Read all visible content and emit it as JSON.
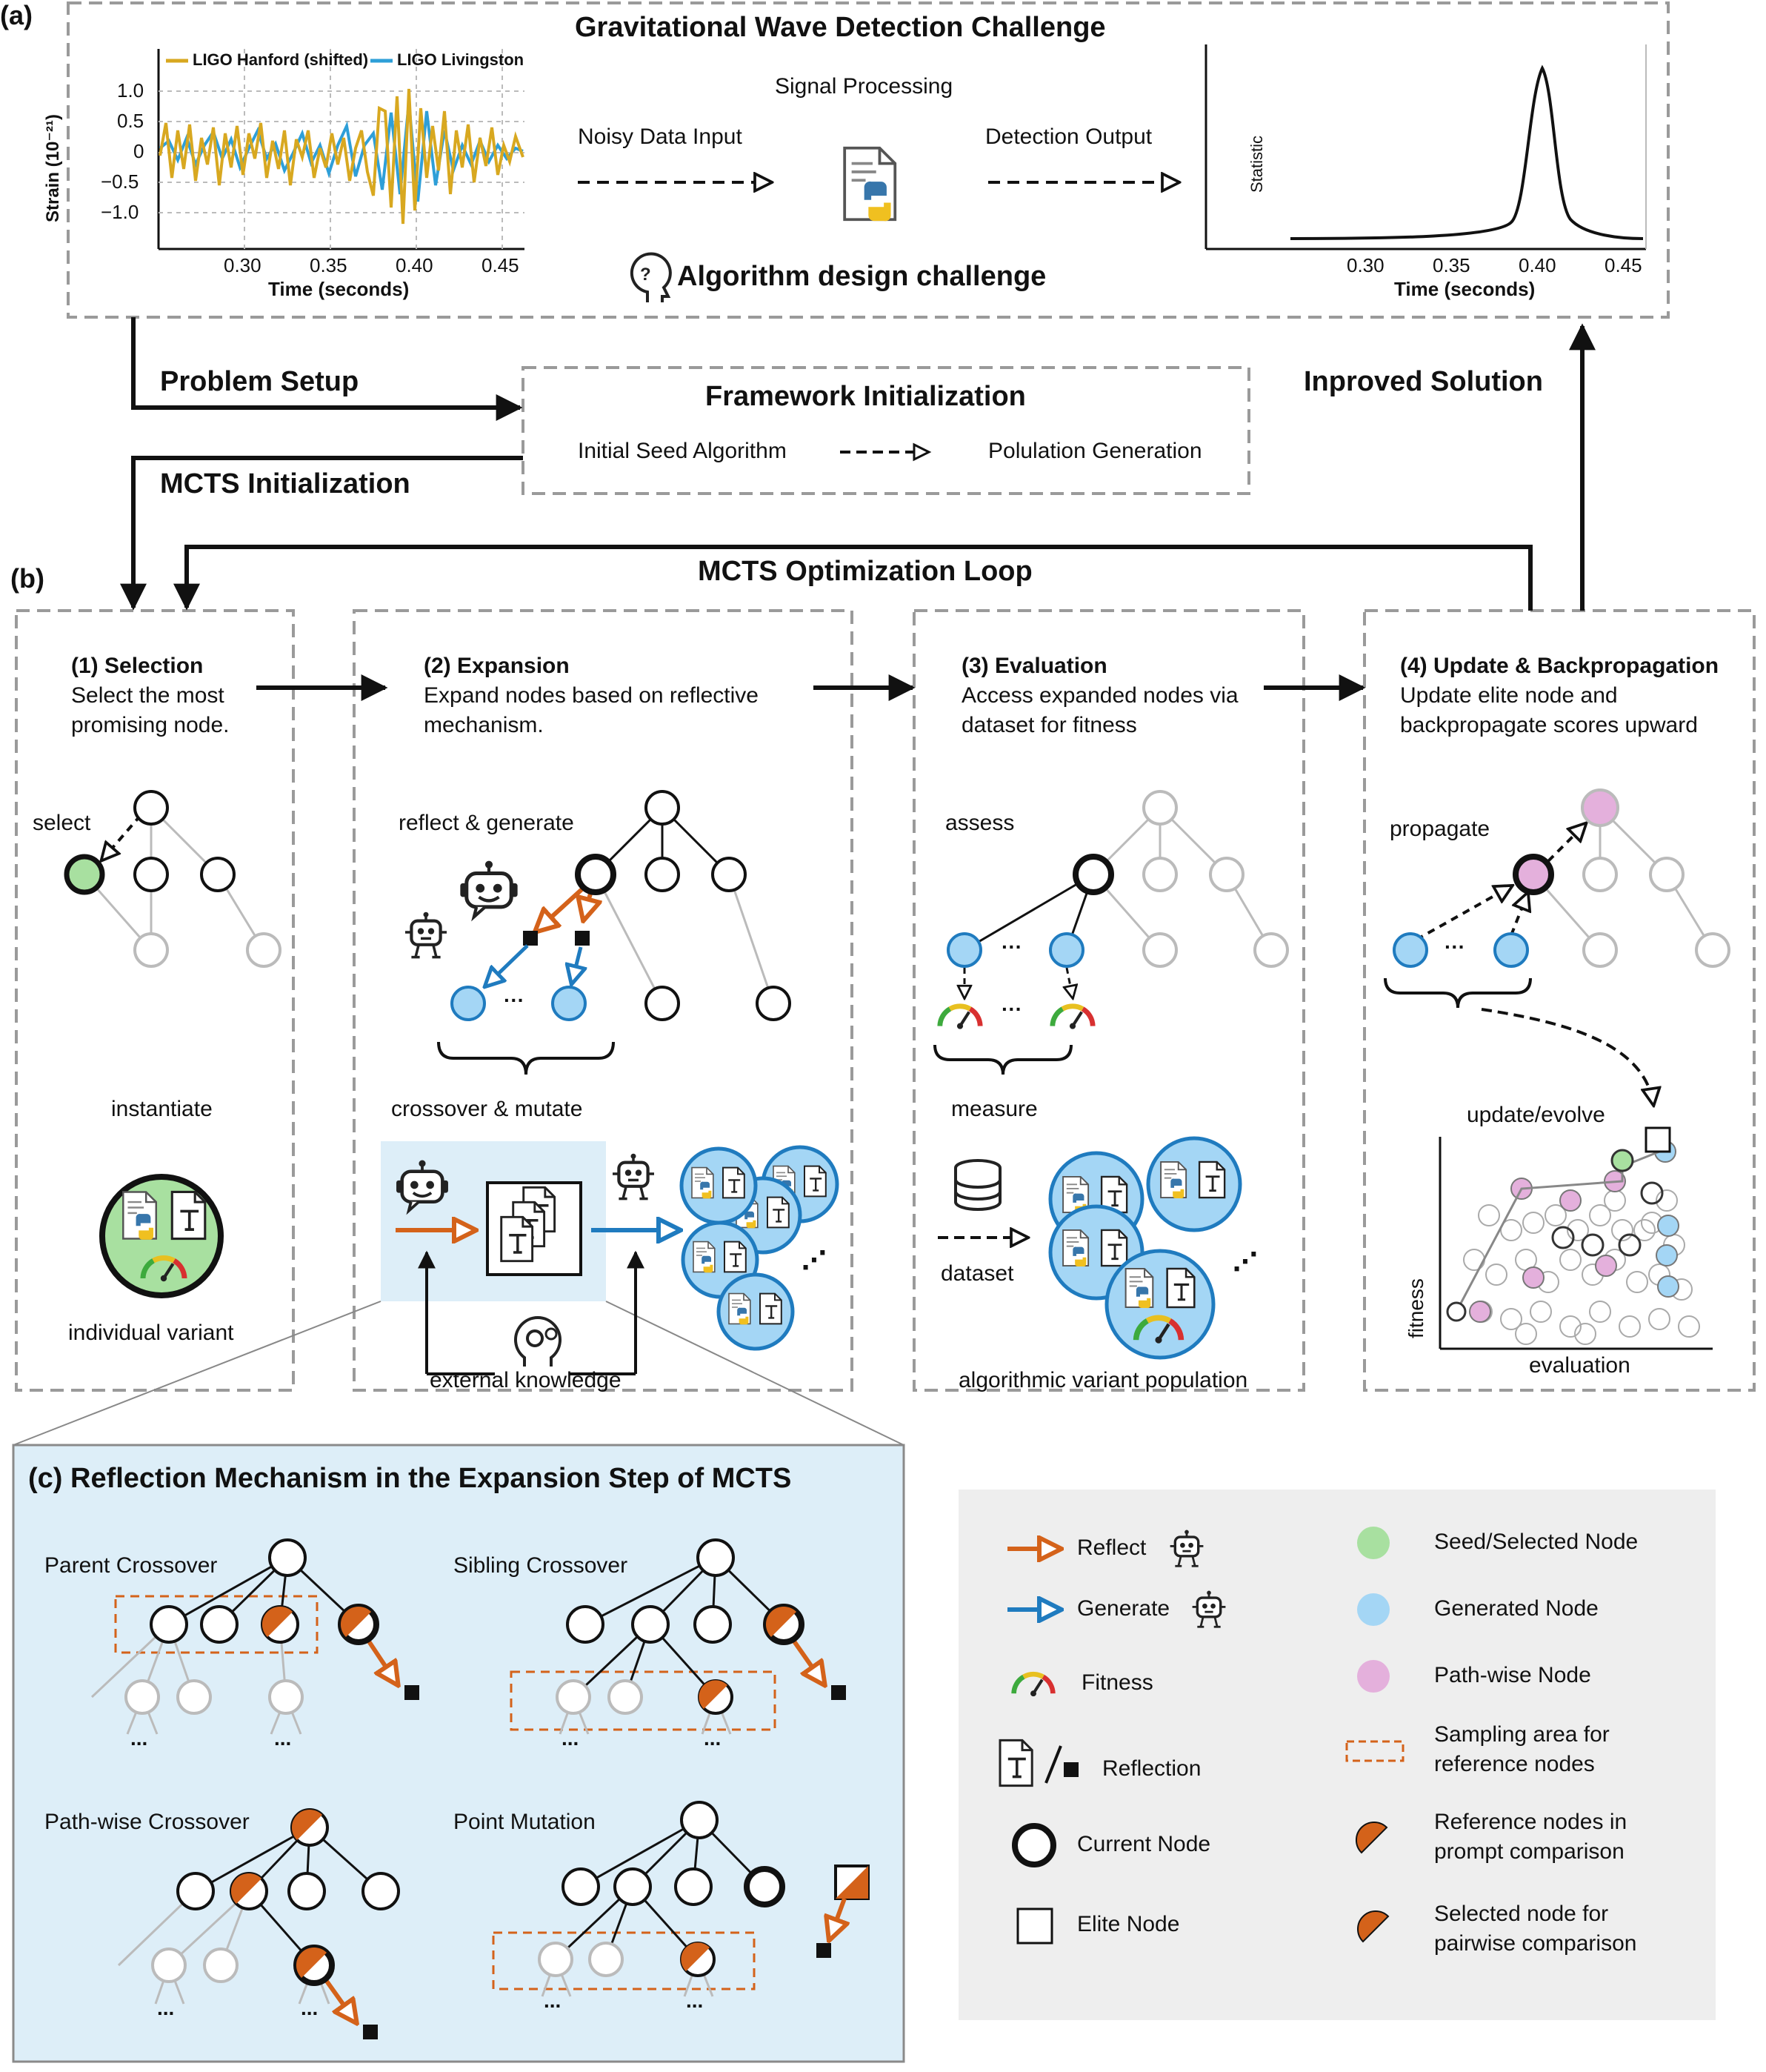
{
  "panel_a": {
    "label": "(a)",
    "title": "Gravitational Wave Detection Challenge",
    "signal_processing": "Signal Processing",
    "noisy_input": "Noisy Data Input",
    "detection_output": "Detection Output",
    "algo_challenge": "Algorithm design challenge",
    "left_chart": {
      "legend_1": "LIGO Hanford (shifted)",
      "legend_2": "LIGO Livingston",
      "ylabel": "Strain (10⁻²¹)",
      "yticks": [
        "1.0",
        "0.5",
        "0",
        "−0.5",
        "−1.0"
      ],
      "xticks": [
        "0.30",
        "0.35",
        "0.40",
        "0.45"
      ],
      "xlabel": "Time (seconds)"
    },
    "right_chart": {
      "ylabel": "Statistic",
      "xticks": [
        "0.30",
        "0.35",
        "0.40",
        "0.45"
      ],
      "xlabel": "Time (seconds)"
    }
  },
  "flow": {
    "problem_setup": "Problem Setup",
    "mcts_init": "MCTS Initialization",
    "improved": "Inproved Solution",
    "framework_title": "Framework Initialization",
    "seed_algo": "Initial Seed Algorithm",
    "population_gen": "Polulation Generation",
    "loop": "MCTS Optimization Loop"
  },
  "panel_b": {
    "label": "(b)",
    "selection": {
      "title": "(1) Selection",
      "desc1": "Select the most",
      "desc2": "promising node.",
      "select": "select",
      "instantiate": "instantiate",
      "variant": "individual variant"
    },
    "expansion": {
      "title": "(2) Expansion",
      "desc1": "Expand nodes based on reflective",
      "desc2": "mechanism.",
      "reflect": "reflect & generate",
      "ellipsis": "···",
      "crossover": "crossover & mutate",
      "external": "external knowledge"
    },
    "evaluation": {
      "title": "(3) Evaluation",
      "desc1": "Access expanded nodes via",
      "desc2": "dataset for fitness",
      "assess": "assess",
      "ellipsis": "···",
      "measure": "measure",
      "dataset": "dataset",
      "population": "algorithmic variant population"
    },
    "update": {
      "title": "(4) Update & Backpropagation",
      "desc1": "Update elite node and",
      "desc2": "backpropagate scores upward",
      "propagate": "propagate",
      "ellipsis": "···",
      "evolve": "update/evolve",
      "ylabel": "fitness",
      "xlabel": "evaluation"
    }
  },
  "panel_c": {
    "title": "(c) Reflection Mechanism in the Expansion Step of MCTS",
    "parent": "Parent Crossover",
    "sibling": "Sibling Crossover",
    "pathwise": "Path-wise Crossover",
    "point": "Point Mutation",
    "dots": "..."
  },
  "legend": {
    "reflect": "Reflect",
    "generate": "Generate",
    "fitness": "Fitness",
    "reflection": "Reflection",
    "current": "Current Node",
    "elite": "Elite Node",
    "seed": "Seed/Selected Node",
    "generated": "Generated Node",
    "pathwise": "Path-wise Node",
    "sampling_1": "Sampling area for",
    "sampling_2": "reference nodes",
    "ref_1": "Reference nodes in",
    "ref_2": "prompt comparison",
    "sel_1": "Selected node for",
    "sel_2": "pairwise comparison"
  },
  "colors": {
    "orange": "#d4621a",
    "blue": "#1f7bbf",
    "hanford": "#d8a820",
    "livingston": "#2e9fd8",
    "green": "#a8e0a0",
    "light_blue": "#a4d6f5",
    "pink": "#e4b0dc",
    "panel_c_bg": "#ddeef8",
    "legend_bg": "#eeeeee"
  },
  "icons": [
    "python-file-icon",
    "robot-icon",
    "question-head-icon",
    "database-icon",
    "gauge-icon",
    "text-document-icon",
    "gear-head-icon"
  ]
}
